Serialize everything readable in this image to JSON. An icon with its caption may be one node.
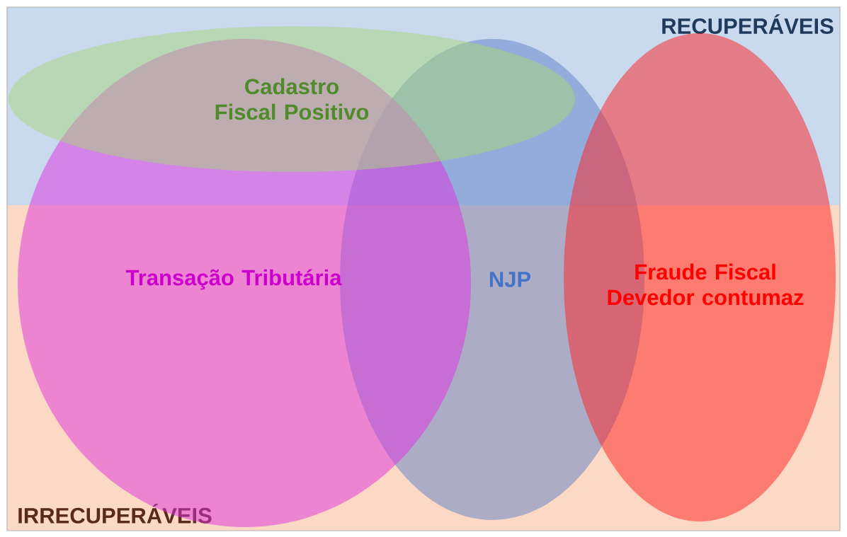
{
  "diagram": {
    "nodes": [
      {
        "text": [
          "RECUPERÁVEIS"
        ]
      },
      {
        "text": [
          "Cadastro Fiscal Positivo"
        ],
        "in": 0
      },
      {
        "text": [
          "Transação Tributária"
        ]
      },
      {
        "text": [
          "NJP"
        ]
      },
      {
        "text": [
          "Fraude Fiscal",
          "Devedor contumaz"
        ]
      },
      {
        "text": [
          "IRRECUPERÁVEIS"
        ]
      }
    ]
  }
}
